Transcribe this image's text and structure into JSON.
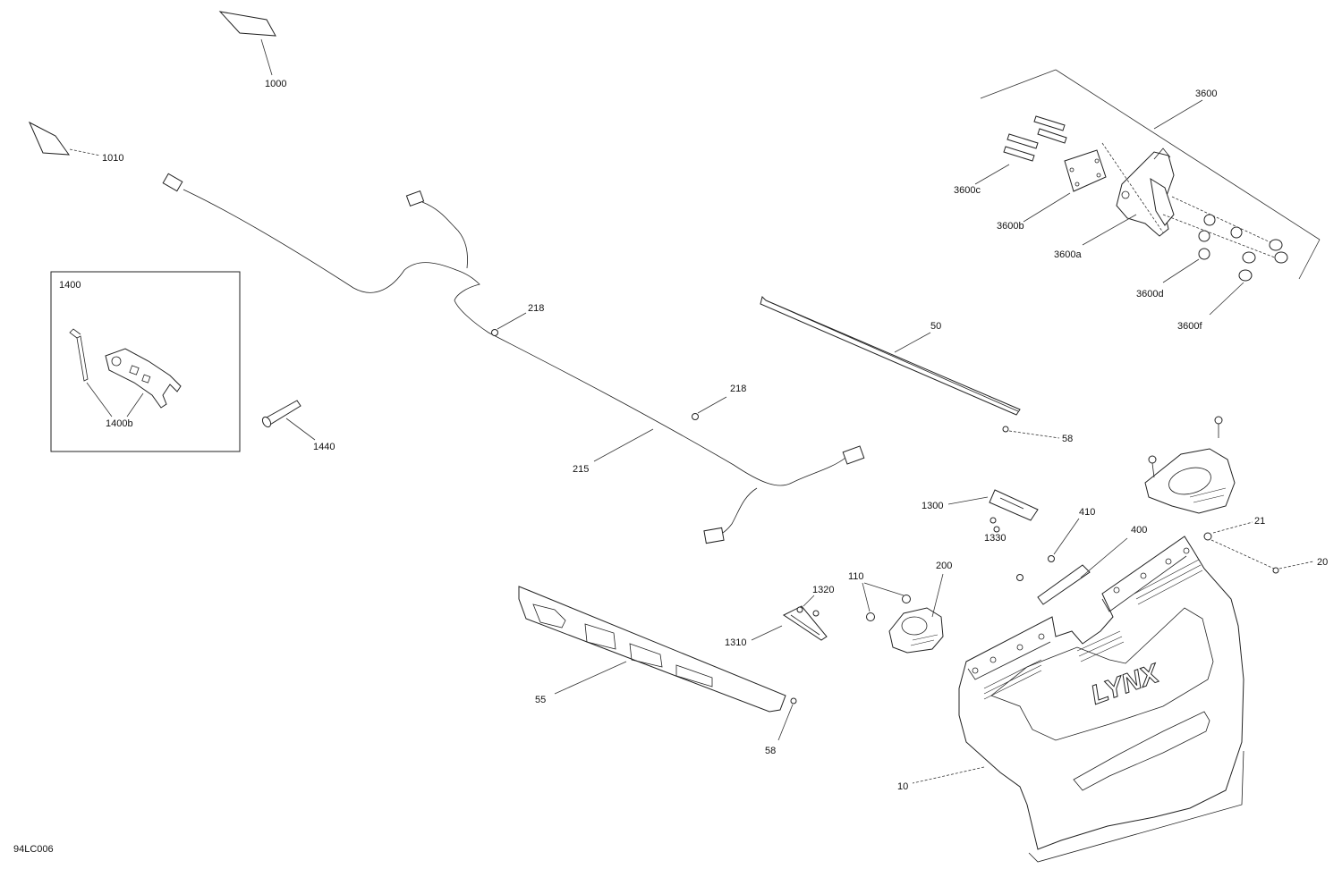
{
  "diagram_code": "94LC006",
  "callouts": {
    "c1000": "1000",
    "c1010": "1010",
    "c1400": "1400",
    "c1400b": "1400b",
    "c1440": "1440",
    "c215": "215",
    "c218a": "218",
    "c218b": "218",
    "c50": "50",
    "c58a": "58",
    "c58b": "58",
    "c55": "55",
    "c3600": "3600",
    "c3600c": "3600c",
    "c3600b": "3600b",
    "c3600a": "3600a",
    "c3600d": "3600d",
    "c3600f": "3600f",
    "c1300": "1300",
    "c1330": "1330",
    "c410": "410",
    "c400": "400",
    "c21": "21",
    "c20": "20",
    "c110": "110",
    "c200": "200",
    "c1320": "1320",
    "c1310": "1310",
    "c10": "10"
  },
  "brand_mark": "LYNX"
}
